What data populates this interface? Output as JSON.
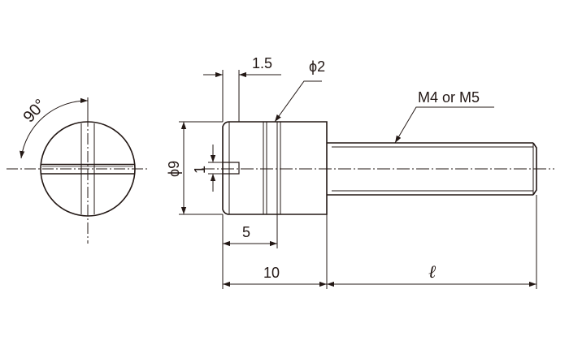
{
  "drawing": {
    "side_view": {
      "angle_label": "90°"
    },
    "dimensions": {
      "slot_width_label": "1.5",
      "groove_label": "ϕ2",
      "thread_label": "M4 or M5",
      "head_diameter_label": "ϕ9",
      "slot_depth_label": "1",
      "groove_position_label": "5",
      "head_length_label": "10",
      "shank_length_label": "ℓ"
    }
  }
}
